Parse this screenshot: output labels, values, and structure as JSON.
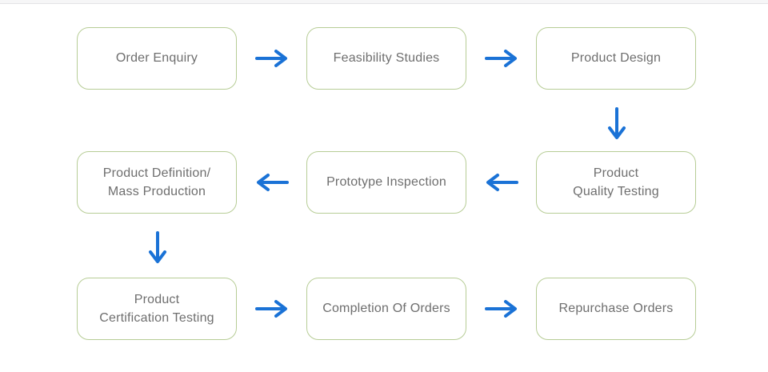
{
  "colors": {
    "box_border": "#b7cd96",
    "arrow_blue": "#1a72d6",
    "text_gray": "#6e6e6e",
    "background": "#ffffff"
  },
  "flowchart": {
    "rows": [
      {
        "flow_direction": "right",
        "boxes": [
          {
            "label": "Order Enquiry"
          },
          {
            "label": "Feasibility Studies"
          },
          {
            "label": "Product Design"
          }
        ]
      },
      {
        "flow_direction": "left",
        "boxes": [
          {
            "label": "Product Definition/\nMass Production"
          },
          {
            "label": "Prototype Inspection"
          },
          {
            "label": "Product\nQuality Testing"
          }
        ]
      },
      {
        "flow_direction": "right",
        "boxes": [
          {
            "label": "Product\nCertification Testing"
          },
          {
            "label": "Completion Of Orders"
          },
          {
            "label": "Repurchase Orders"
          }
        ]
      }
    ],
    "connectors": [
      {
        "from": "Order Enquiry",
        "to": "Feasibility Studies",
        "direction": "right"
      },
      {
        "from": "Feasibility Studies",
        "to": "Product Design",
        "direction": "right"
      },
      {
        "from": "Product Design",
        "to": "Product Quality Testing",
        "direction": "down"
      },
      {
        "from": "Product Quality Testing",
        "to": "Prototype Inspection",
        "direction": "left"
      },
      {
        "from": "Prototype Inspection",
        "to": "Product Definition/Mass Production",
        "direction": "left"
      },
      {
        "from": "Product Definition/Mass Production",
        "to": "Product Certification Testing",
        "direction": "down"
      },
      {
        "from": "Product Certification Testing",
        "to": "Completion Of Orders",
        "direction": "right"
      },
      {
        "from": "Completion Of Orders",
        "to": "Repurchase Orders",
        "direction": "right"
      }
    ]
  }
}
